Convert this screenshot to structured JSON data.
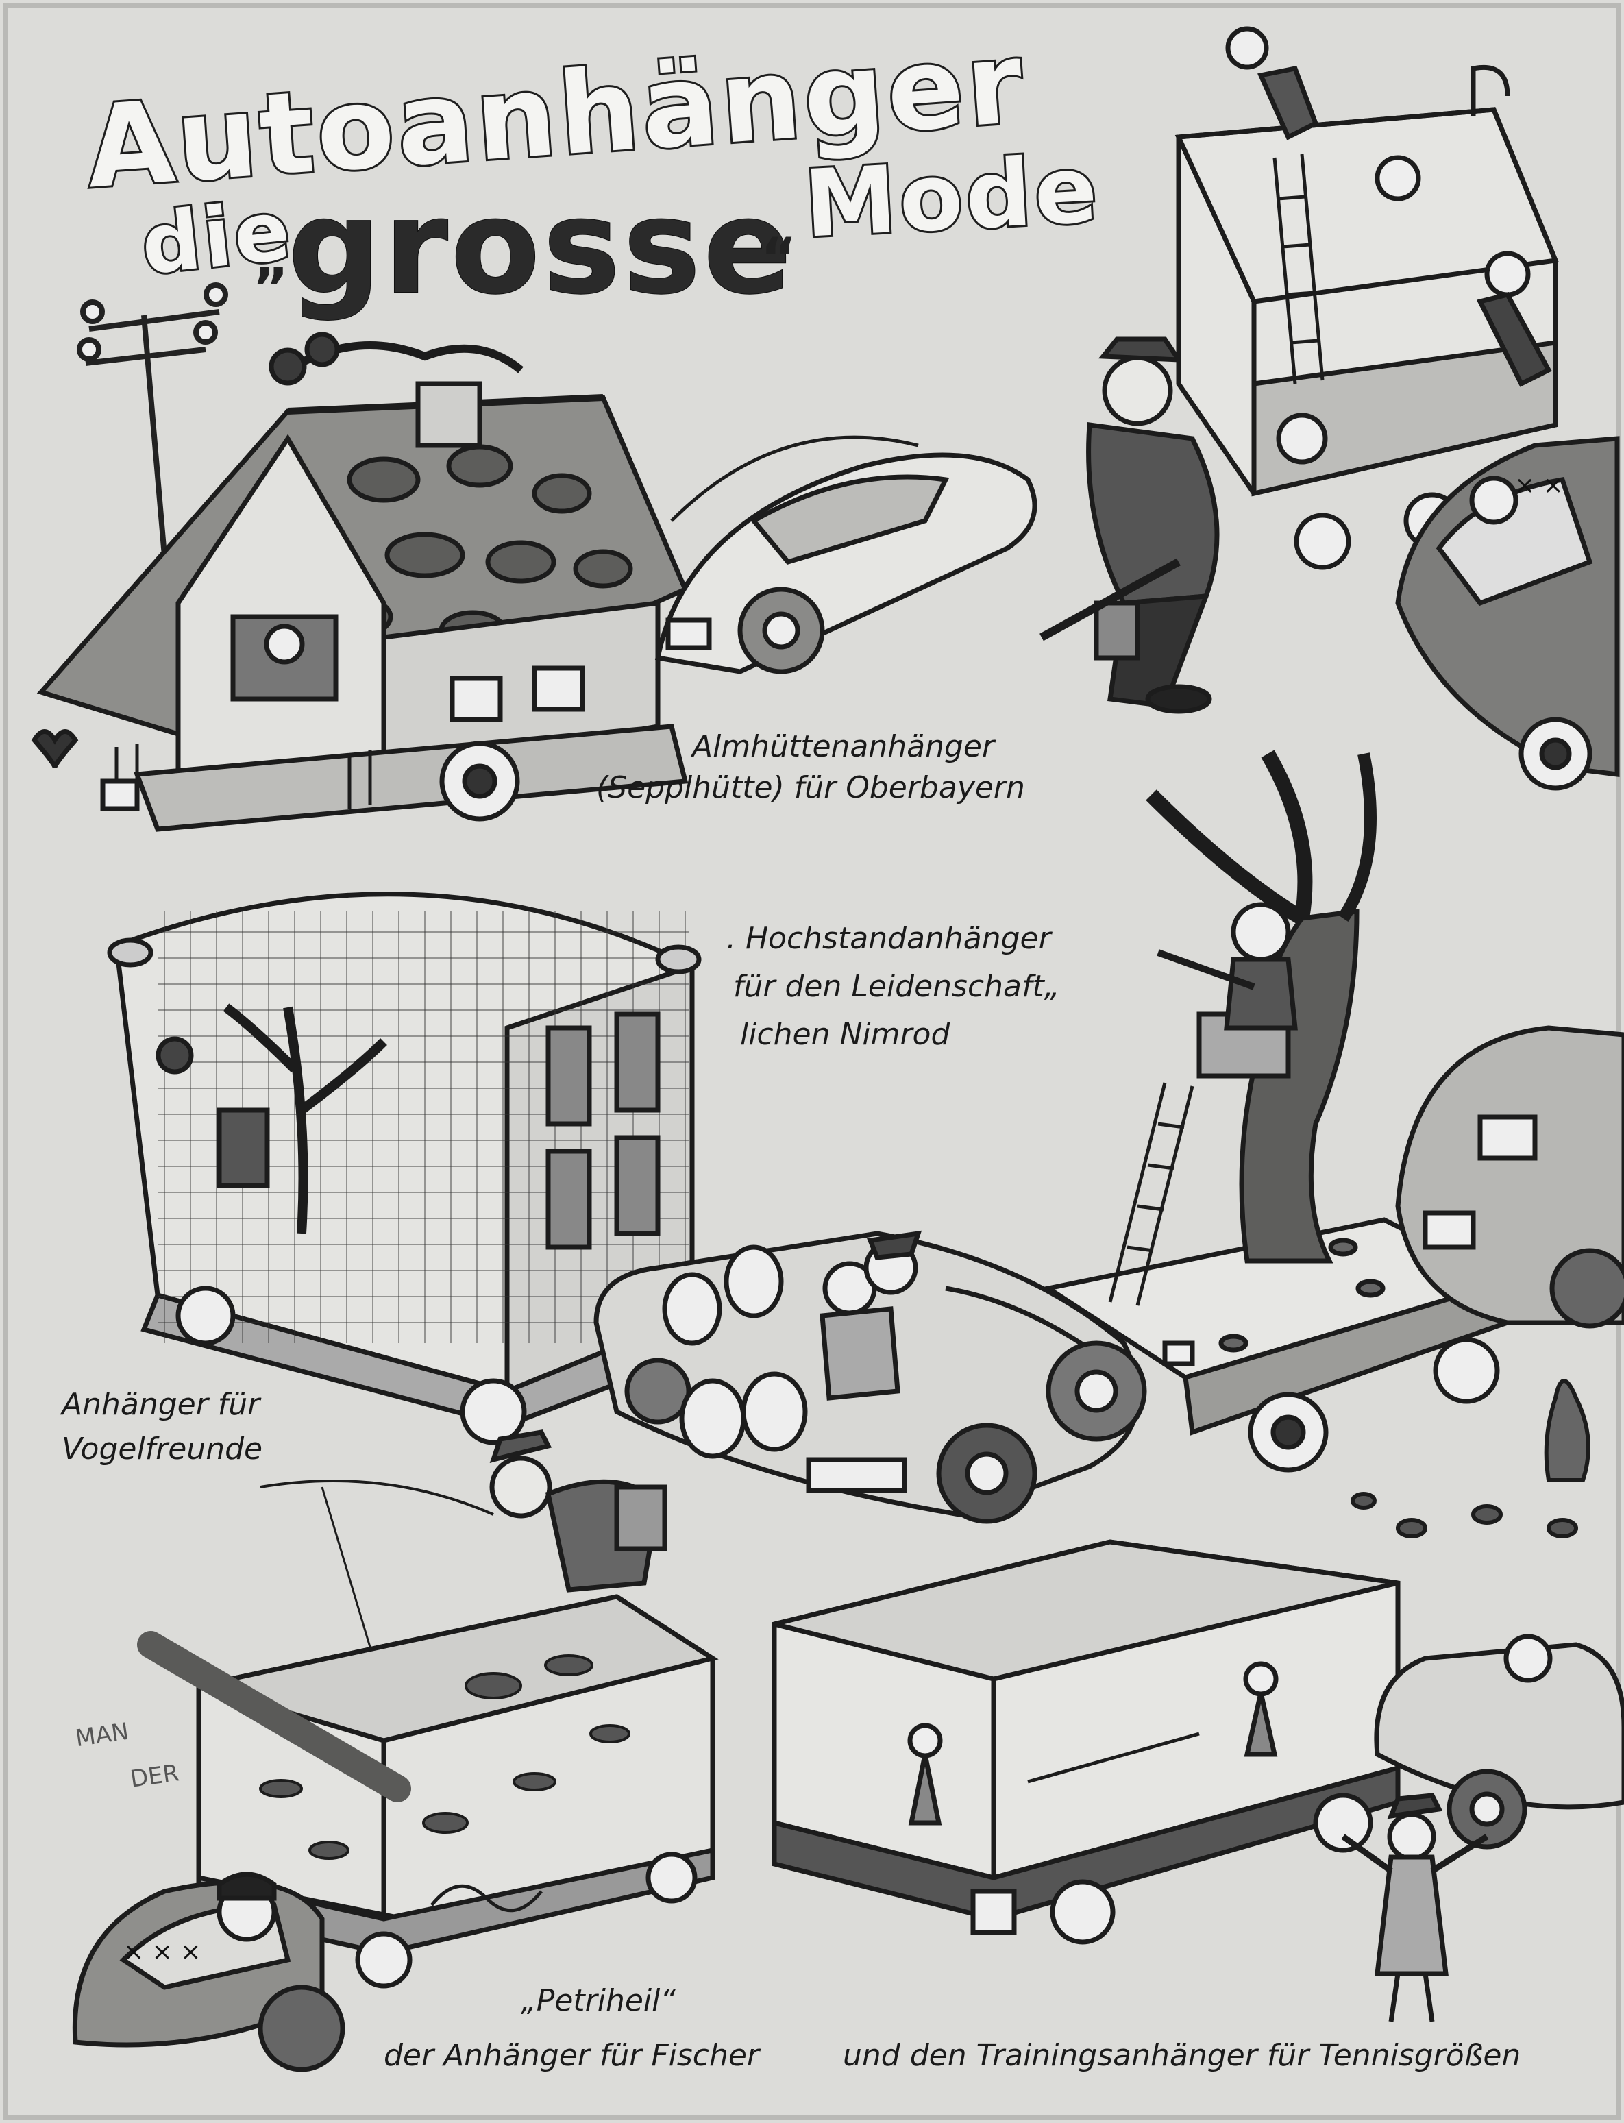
{
  "title": {
    "line1": "Autoanhänger",
    "line2_a": "die",
    "line2_b": "grosse",
    "line2_c": "Mode",
    "quote_open": "„",
    "quote_close": "“"
  },
  "captions": {
    "alm_line1": "Almhüttenanhänger",
    "alm_line2": "(Sepplhütte) für Oberbayern",
    "hoch_line1": ". Hochstandanhänger",
    "hoch_line2": "für den Leidenschaft„",
    "hoch_line3": "lichen Nimrod",
    "vogel_line1": "Anhänger für",
    "vogel_line2": "Vogelfreunde",
    "petri_line1": "„Petriheil“",
    "petri_line2": "der Anhänger für Fischer",
    "tennis_line1": "und den Trainingsanhänger für Tennisgrößen"
  },
  "signature": {
    "line1": "MAN",
    "line2": "DER"
  },
  "colors": {
    "paper": "#dcdcd9",
    "ink": "#1c1c1c",
    "shade": "#9a9a98"
  }
}
